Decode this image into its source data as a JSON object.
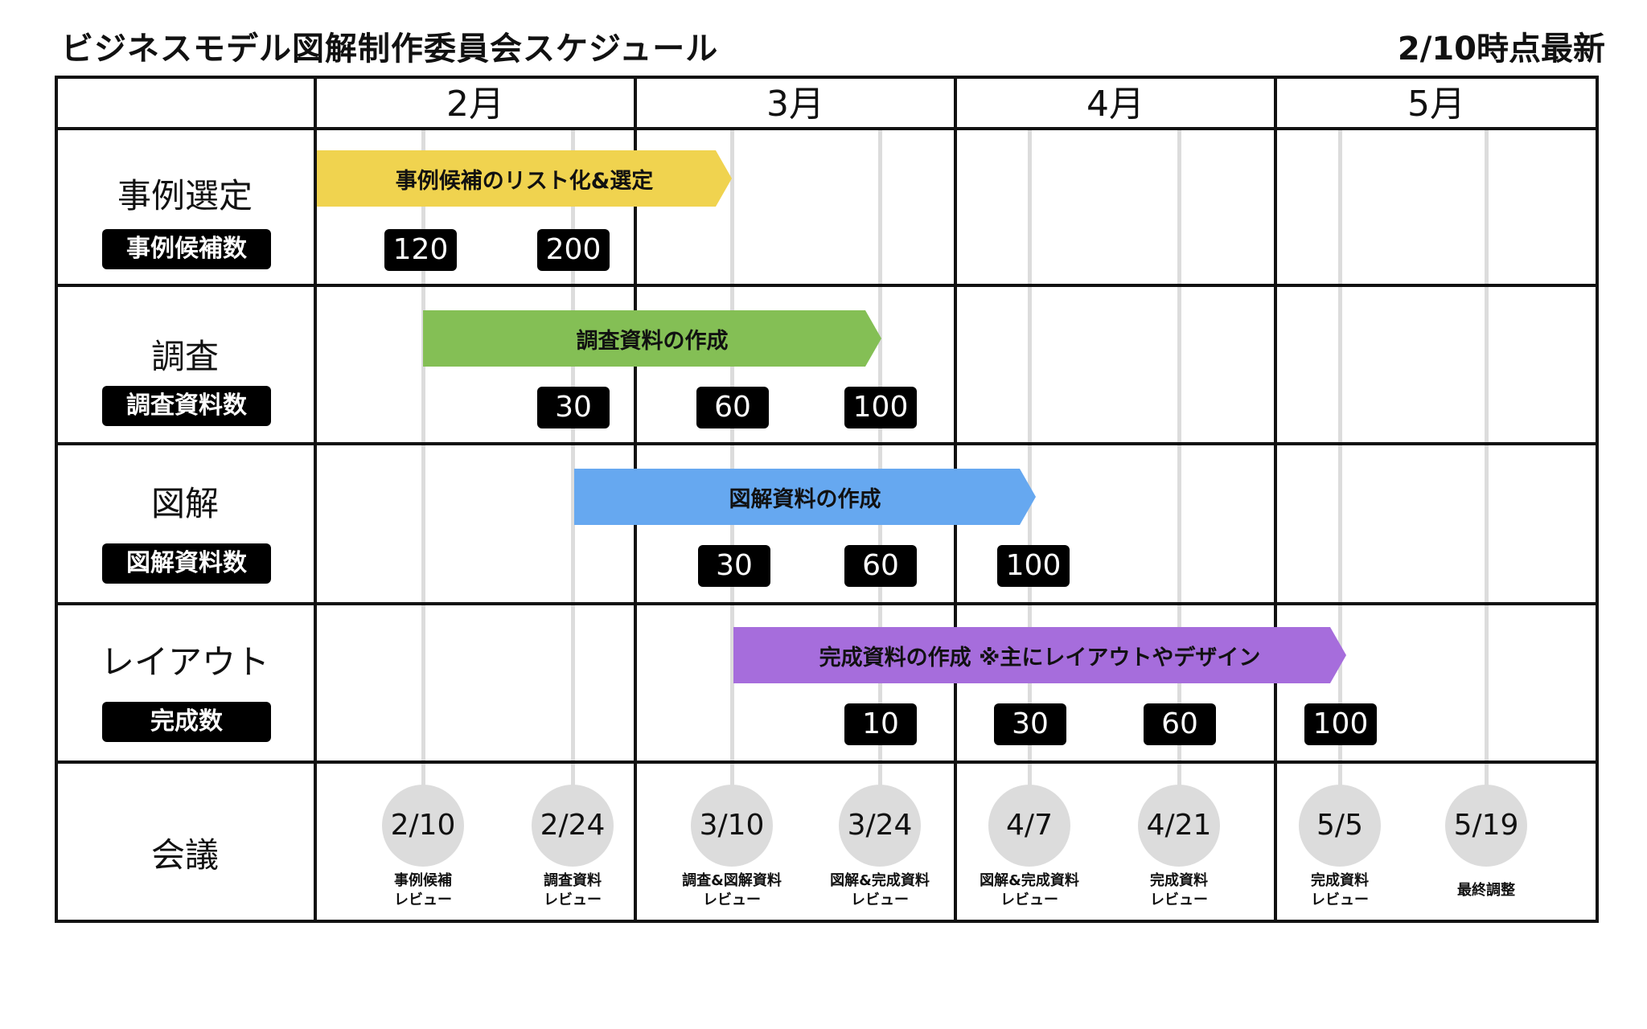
{
  "header": {
    "title": "ビジネスモデル図解制作委員会スケジュール",
    "updated": "2/10時点最新"
  },
  "months": [
    "2月",
    "3月",
    "4月",
    "5月"
  ],
  "rows": [
    {
      "label": "事例選定",
      "metric": "事例候補数"
    },
    {
      "label": "調査",
      "metric": "調査資料数"
    },
    {
      "label": "図解",
      "metric": "図解資料数"
    },
    {
      "label": "レイアウト",
      "metric": "完成数"
    },
    {
      "label": "会議"
    }
  ],
  "bars": [
    {
      "label": "事例候補のリスト化&選定",
      "color": "#f0d34f"
    },
    {
      "label": "調査資料の作成",
      "color": "#84bf55"
    },
    {
      "label": "図解資料の作成",
      "color": "#66a8f0"
    },
    {
      "label": "完成資料の作成 ※主にレイアウトやデザイン",
      "color": "#a66ddc"
    }
  ],
  "counts": {
    "case_candidates": [
      "120",
      "200"
    ],
    "research": [
      "30",
      "60",
      "100"
    ],
    "diagram": [
      "30",
      "60",
      "100"
    ],
    "layout": [
      "10",
      "30",
      "60",
      "100"
    ]
  },
  "meetings": [
    {
      "date": "2/10",
      "note": [
        "事例候補",
        "レビュー"
      ]
    },
    {
      "date": "2/24",
      "note": [
        "調査資料",
        "レビュー"
      ]
    },
    {
      "date": "3/10",
      "note": [
        "調査&図解資料",
        "レビュー"
      ]
    },
    {
      "date": "3/24",
      "note": [
        "図解&完成資料",
        "レビュー"
      ]
    },
    {
      "date": "4/7",
      "note": [
        "図解&完成資料",
        "レビュー"
      ]
    },
    {
      "date": "4/21",
      "note": [
        "完成資料",
        "レビュー"
      ]
    },
    {
      "date": "5/5",
      "note": [
        "完成資料",
        "レビュー"
      ]
    },
    {
      "date": "5/19",
      "note": [
        "最終調整",
        ""
      ]
    }
  ]
}
